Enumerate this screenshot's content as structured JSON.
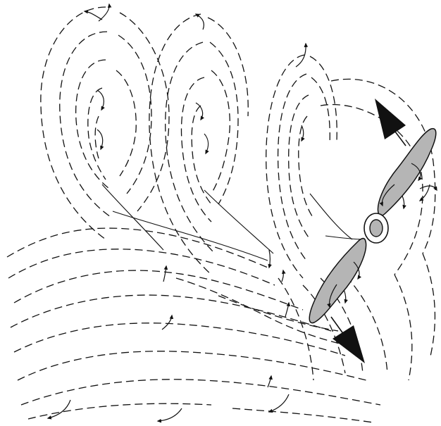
{
  "figure": {
    "background": "#ffffff",
    "stroke_color": "#111111",
    "blade_fill": "#b5b5b5",
    "icons": [
      "helical-vortex-field",
      "spiral-wake-line",
      "rotor-blade",
      "rotor-hub",
      "thrust-arrow",
      "rotation-arrow"
    ]
  }
}
